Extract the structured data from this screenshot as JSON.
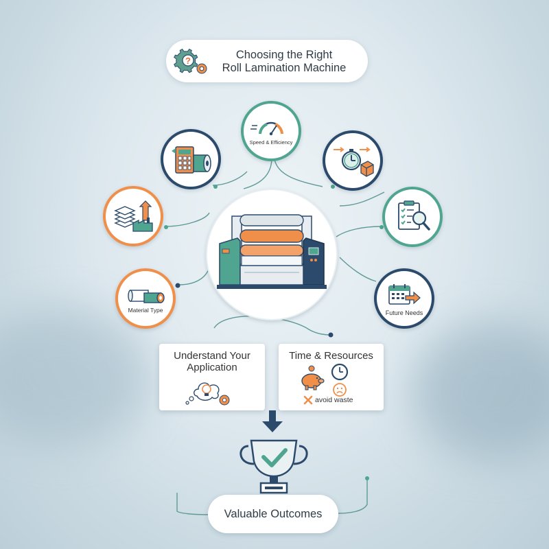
{
  "title": {
    "line1": "Choosing the Right",
    "line2": "Roll Lamination Machine"
  },
  "factors": {
    "speed": "Speed & Efficiency",
    "material": "Material Type",
    "future": "Future Needs"
  },
  "cards": {
    "application": {
      "line1": "Understand Your",
      "line2": "Application"
    },
    "resources": {
      "title": "Time & Resources",
      "note": "avoid waste"
    }
  },
  "outcome": "Valuable Outcomes",
  "colors": {
    "navy": "#2c4a6b",
    "teal": "#4fa58f",
    "orange": "#ef8f4a",
    "line": "#5f9a96"
  },
  "icons": [
    "gear-question-icon",
    "speedometer-icon",
    "calculator-roll-icon",
    "stopwatch-box-icon",
    "layers-factory-icon",
    "checklist-magnifier-icon",
    "material-roll-icon",
    "calendar-arrow-icon",
    "lamination-machine-illustration",
    "lightbulb-cloud-icon",
    "piggy-bank-icon",
    "clock-icon",
    "sad-face-icon",
    "x-mark-icon",
    "down-arrow-icon",
    "trophy-check-icon"
  ]
}
